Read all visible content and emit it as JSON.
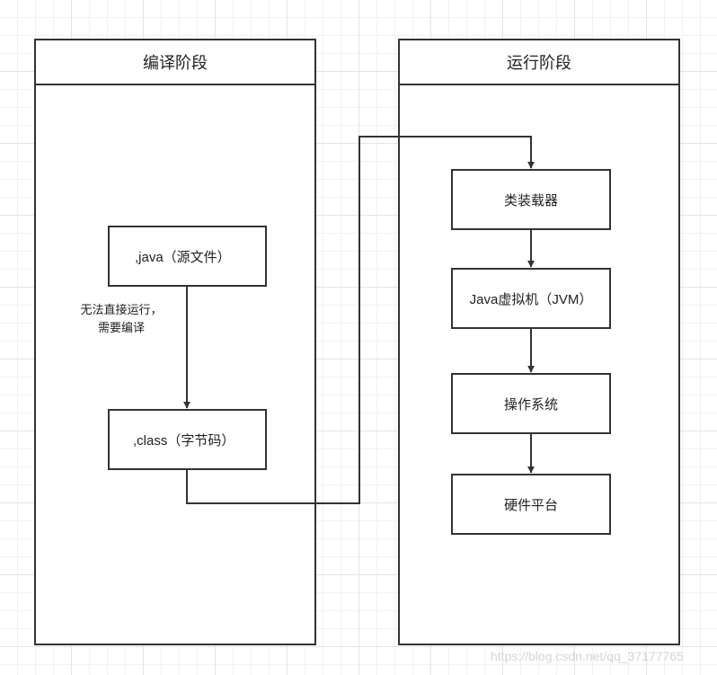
{
  "lanes": {
    "compile": {
      "title": "编译阶段"
    },
    "runtime": {
      "title": "运行阶段"
    }
  },
  "nodes": {
    "java_source": ",java（源文件）",
    "class_bytecode": ",class（字节码）",
    "class_loader": "类装载器",
    "jvm": "Java虚拟机（JVM）",
    "os": "操作系统",
    "hardware": "硬件平台"
  },
  "annotation": {
    "line1": "无法直接运行，",
    "line2": "需要编译"
  },
  "watermark": "https://blog.csdn.net/qq_37177765",
  "colors": {
    "stroke": "#333333",
    "grid_major": "#e3e3e3",
    "grid_minor": "#f1f1f1"
  }
}
